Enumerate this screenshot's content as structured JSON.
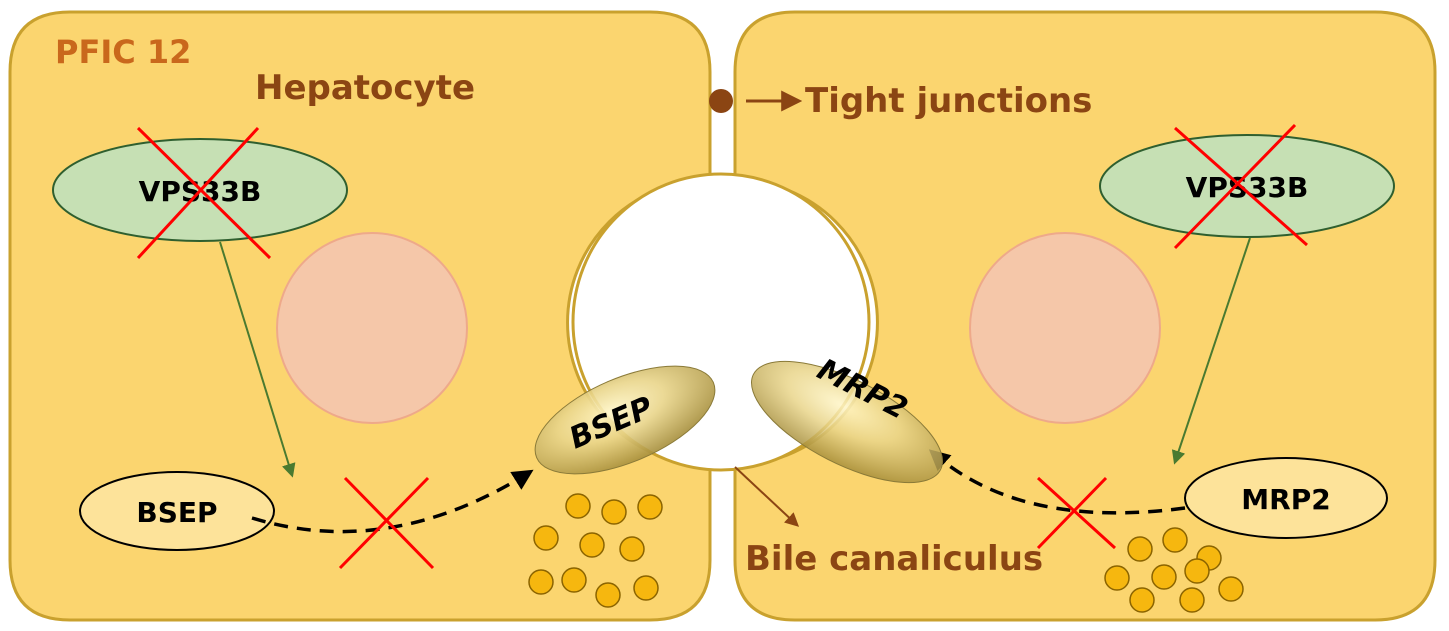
{
  "labels": {
    "disease": "PFIC 12",
    "cell": "Hepatocyte",
    "tight_junctions": "Tight junctions",
    "bile_canaliculus": "Bile canaliculus"
  },
  "left_cell": {
    "regulator": "VPS33B",
    "transporter": "BSEP",
    "membrane_transporter": "BSEP"
  },
  "right_cell": {
    "regulator": "VPS33B",
    "transporter": "MRP2",
    "membrane_transporter": "MRP2"
  },
  "colors": {
    "cell_fill": "#fbd56f",
    "cell_border": "#c9a12e",
    "label_brown": "#8b4513",
    "disease_orange": "#c9681c",
    "regulator_fill": "#c6e0b4",
    "regulator_border": "#2f5f2f",
    "nucleus": "#f5c7a9",
    "transporter_fill": "#fde39a",
    "cross_red": "#ff0000",
    "bile_dot": "#f6b70f",
    "green_arrow": "#4a7a30"
  }
}
